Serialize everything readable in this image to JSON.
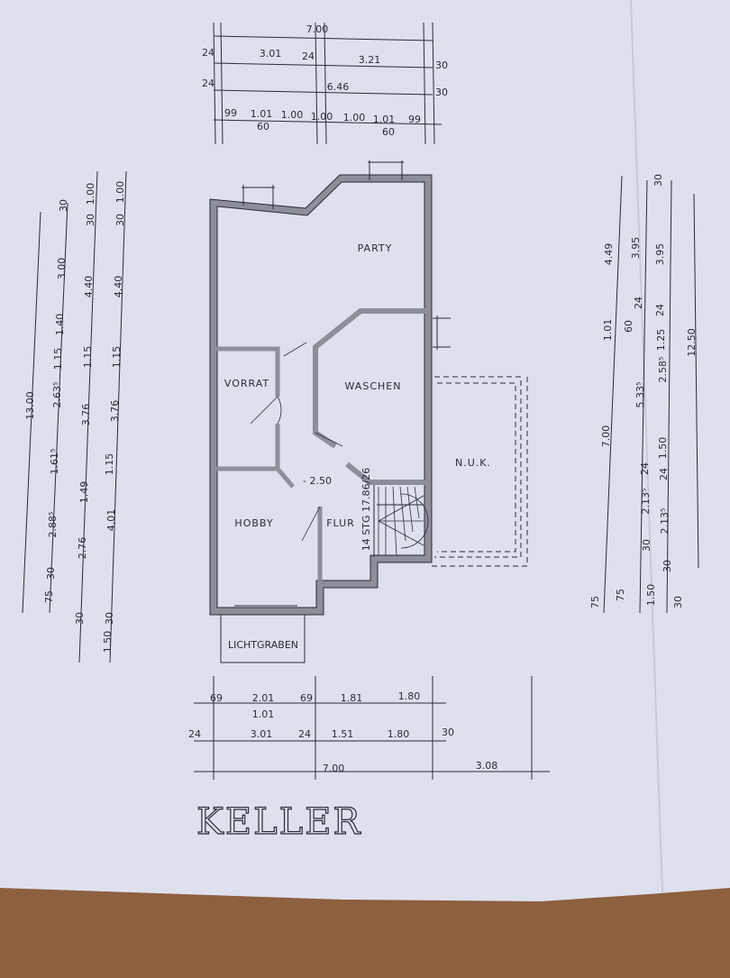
{
  "drawing": {
    "title": "KELLER",
    "colors": {
      "paper": "#dfe0ee",
      "ink": "#2a2a3a",
      "wall_fill": "#8e8e98",
      "floor": "#8d6040"
    },
    "rooms": {
      "party": "PARTY",
      "vorrat": "VORRAT",
      "waschen": "WASCHEN",
      "hobby": "HOBBY",
      "flur": "FLUR",
      "nuk": "N.U.K.",
      "lichtgraben": "LICHTGRABEN"
    },
    "level_note": "- 2.50",
    "stair_note": "14 STG 17.86/26",
    "dimensions": {
      "top": [
        "7.00",
        "24",
        "3.01",
        "24",
        "3.21",
        "30",
        "24",
        "6.46",
        "30",
        "99",
        "1.01",
        "60",
        "1.00",
        "1.00",
        "1.00",
        "1.01",
        "60",
        "99"
      ],
      "left": [
        "13.00",
        "30",
        "3.00",
        "1.40",
        "1.15",
        "2.63⁵",
        "1.61⁵",
        "2.88⁵",
        "30",
        "75",
        "1.00",
        "30",
        "4.40",
        "1.15",
        "3.76",
        "1.49",
        "2.76",
        "30",
        "1.00",
        "30",
        "4.40",
        "1.15",
        "3.76",
        "1.15",
        "4.01",
        "30",
        "1.50"
      ],
      "right": [
        "4.49",
        "1.01",
        "7.00",
        "75",
        "75",
        "1.50",
        "30",
        "3.95",
        "24",
        "60",
        "5.33⁵",
        "24",
        "2.13⁵",
        "30",
        "30",
        "3.95",
        "24",
        "1.25",
        "2.58⁵",
        "1.50",
        "24",
        "2.13⁵",
        "30",
        "12.50"
      ],
      "bottom": [
        "69",
        "2.01",
        "69",
        "1.81",
        "1.80",
        "1.01",
        "24",
        "3.01",
        "24",
        "1.51",
        "1.80",
        "30",
        "7.00",
        "3.08"
      ]
    }
  }
}
